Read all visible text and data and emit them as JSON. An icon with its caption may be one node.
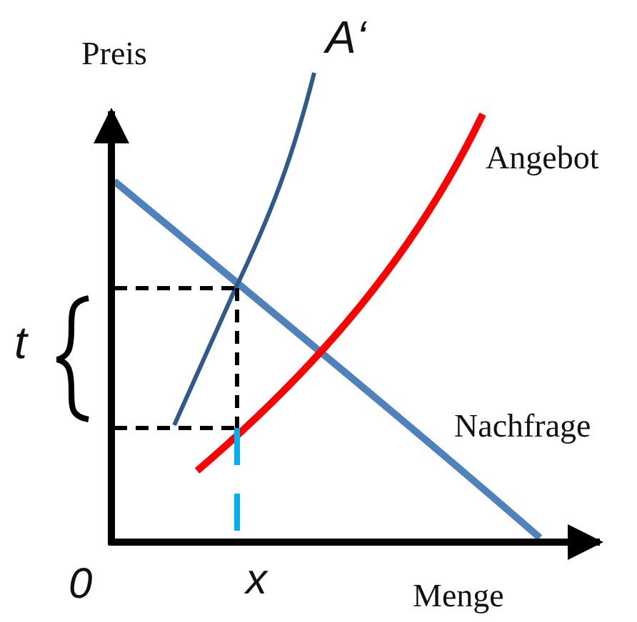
{
  "diagram": {
    "labels": [
      "Preis",
      "A‘",
      "Angebot",
      "t",
      "Nachfrage",
      "0",
      "x",
      "Menge"
    ]
  }
}
